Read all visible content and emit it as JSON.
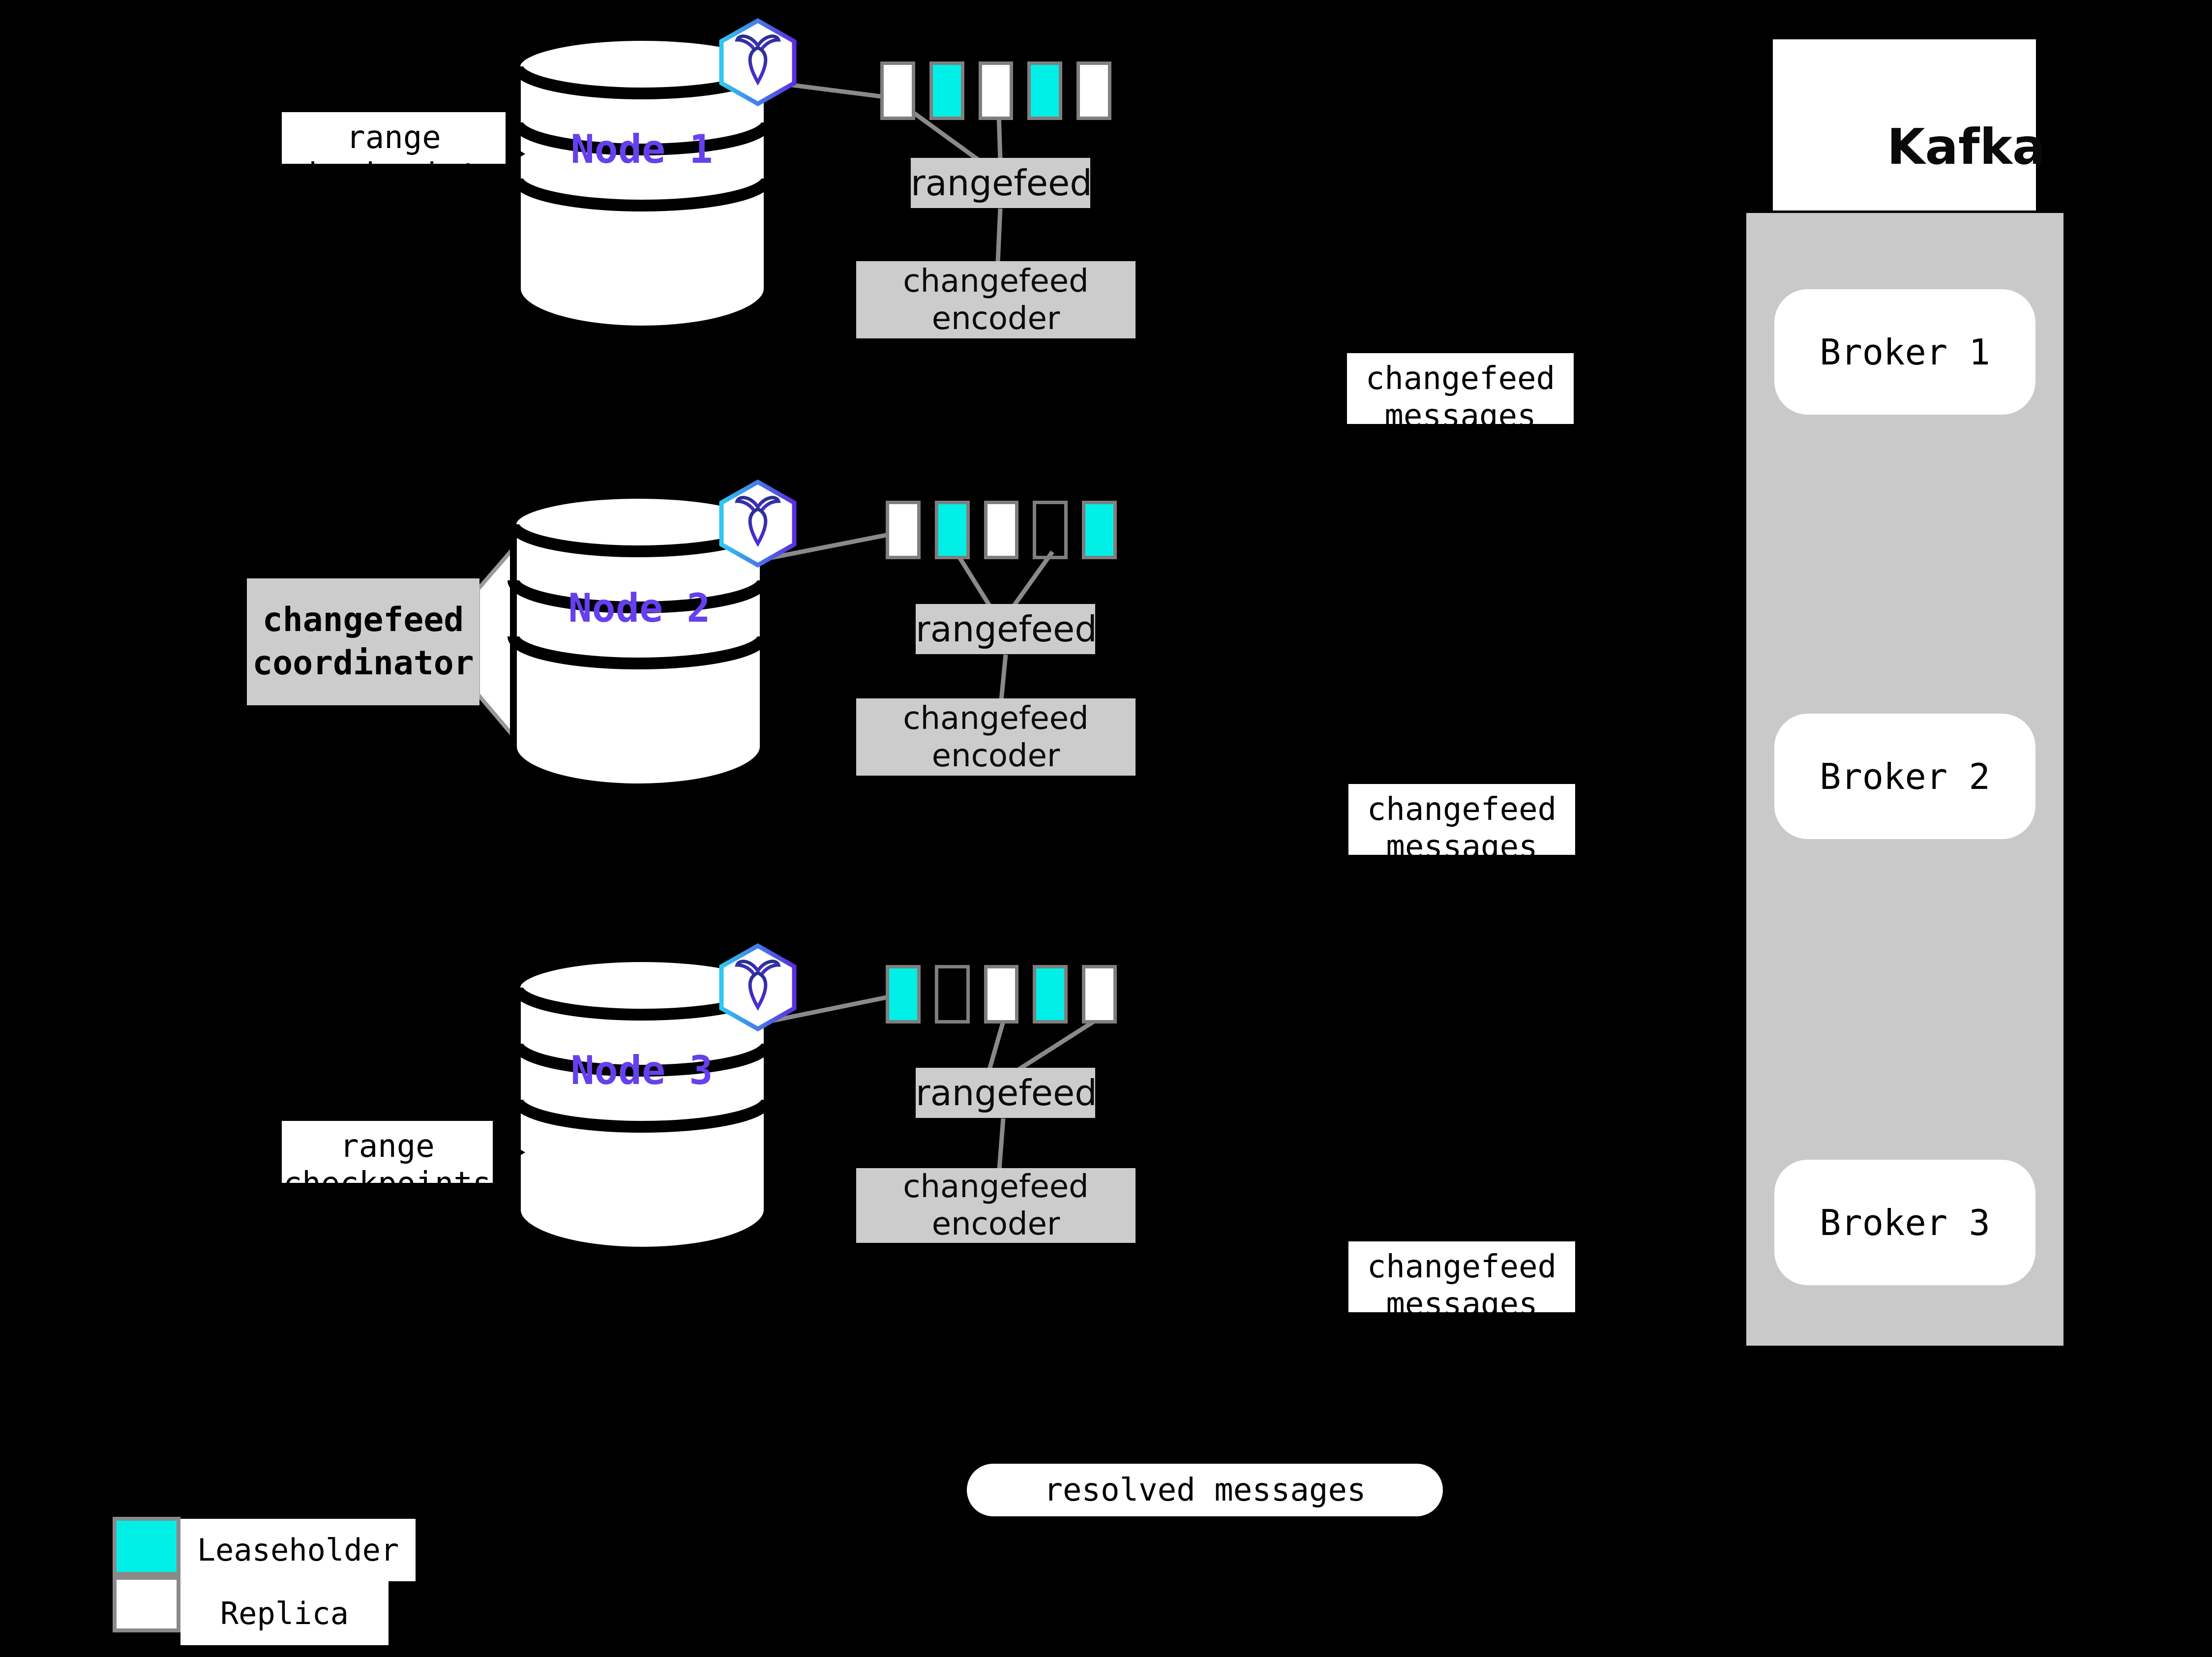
{
  "colors": {
    "background": "#000000",
    "leaseholder": "#00f0e8",
    "replica": "#ffffff",
    "box_gray": "#cccccc",
    "kafka_container_gray": "#c9c9c9",
    "node_label_purple": "#6640ee",
    "outline_gray": "#7f7f7f",
    "line_gray": "#8a8a8a"
  },
  "nodes": [
    {
      "label": "Node 1",
      "checkpoints_line1": "range",
      "checkpoints_line2": "checkpoints",
      "ranges": [
        "replica",
        "leaseholder",
        "replica",
        "leaseholder",
        "replica"
      ],
      "rangefeed_label": "rangefeed",
      "encoder_line1": "changefeed",
      "encoder_line2": "encoder",
      "messages_line1": "changefeed",
      "messages_line2": "messages"
    },
    {
      "label": "Node 2",
      "coordinator_line1": "changefeed",
      "coordinator_line2": "coordinator",
      "ranges": [
        "replica",
        "leaseholder",
        "replica",
        "empty",
        "leaseholder"
      ],
      "rangefeed_label": "rangefeed",
      "encoder_line1": "changefeed",
      "encoder_line2": "encoder",
      "messages_line1": "changefeed",
      "messages_line2": "messages"
    },
    {
      "label": "Node 3",
      "checkpoints_line1": "range",
      "checkpoints_line2": "checkpoints",
      "ranges": [
        "leaseholder",
        "empty",
        "replica",
        "leaseholder",
        "replica"
      ],
      "rangefeed_label": "rangefeed",
      "encoder_line1": "changefeed",
      "encoder_line2": "encoder",
      "messages_line1": "changefeed",
      "messages_line2": "messages"
    }
  ],
  "kafka": {
    "wordmark": "Kafka",
    "brokers": [
      "Broker 1",
      "Broker 2",
      "Broker 3"
    ]
  },
  "resolved_label": "resolved messages",
  "legend": {
    "items": [
      {
        "kind": "leaseholder",
        "label": "Leaseholder"
      },
      {
        "kind": "replica",
        "label": "Replica"
      }
    ]
  }
}
